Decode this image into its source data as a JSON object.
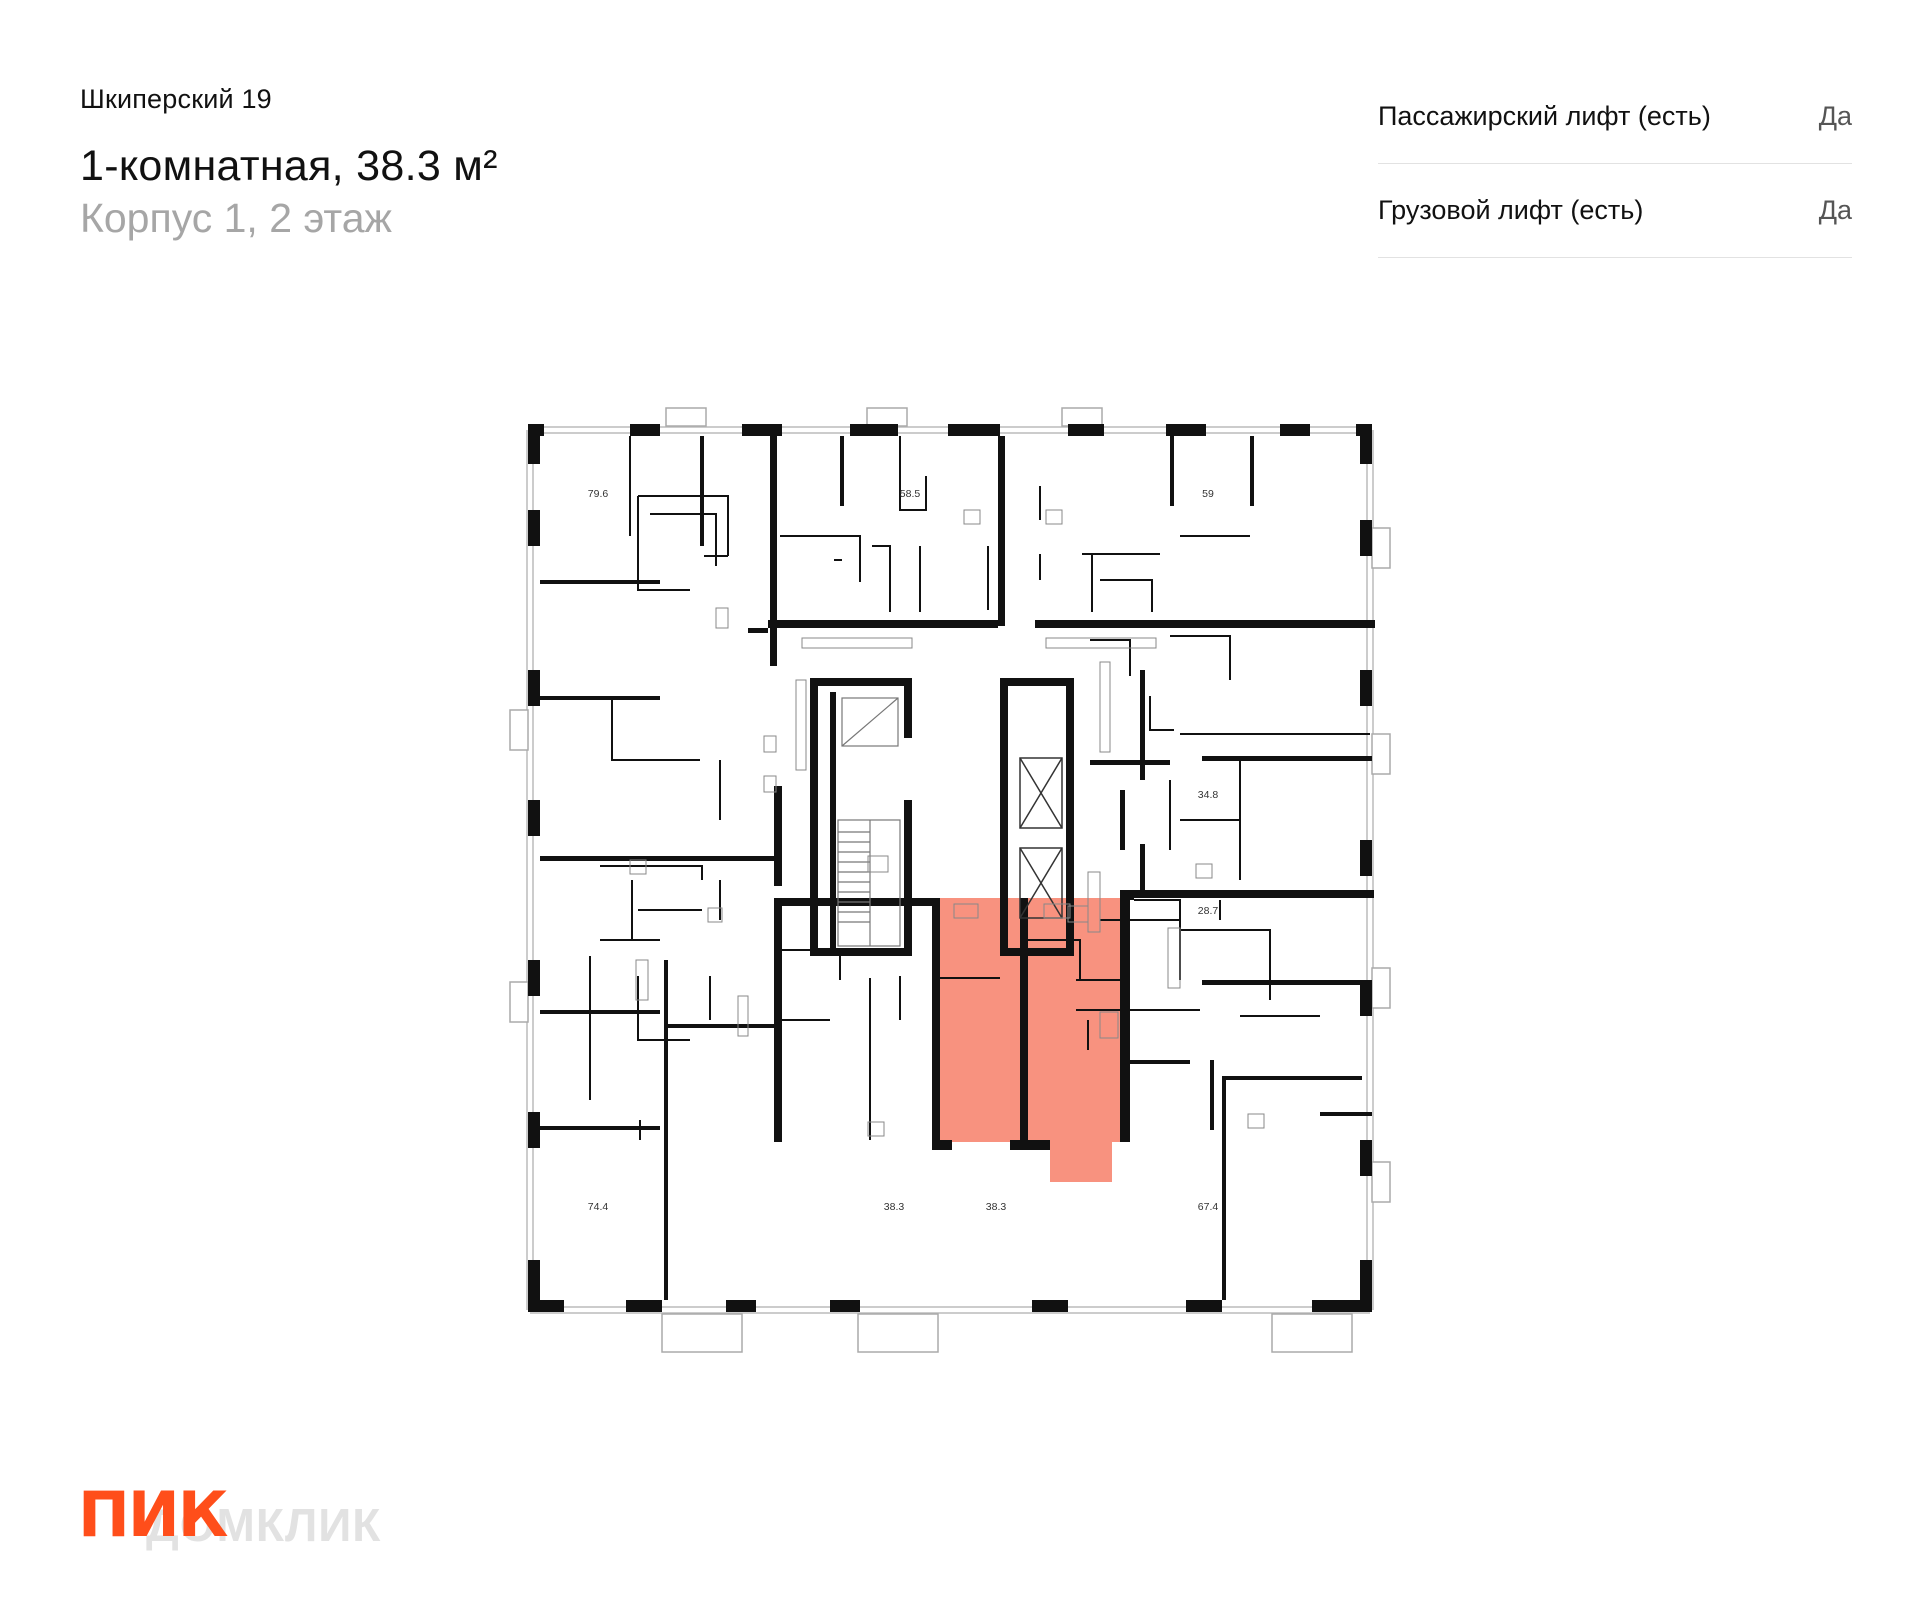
{
  "header": {
    "project": "Шкиперский 19",
    "title": "1-комнатная, 38.3 м²",
    "subtitle": "Корпус 1, 2 этаж"
  },
  "properties": [
    {
      "label": "Пассажирский лифт (есть)",
      "value": "Да"
    },
    {
      "label": "Грузовой лифт (есть)",
      "value": "Да"
    }
  ],
  "plan": {
    "highlight_color": "#f77f68",
    "apartments": {
      "a1": "79.6",
      "a2": "58.5",
      "a3": "59",
      "a4": "34.8",
      "a5": "28.7",
      "a6": "74.4",
      "a7": "38.3",
      "a8": "38.3",
      "a9": "67.4"
    }
  },
  "brand": {
    "logo": "ПИК",
    "watermark": "ДОМКЛИК"
  }
}
